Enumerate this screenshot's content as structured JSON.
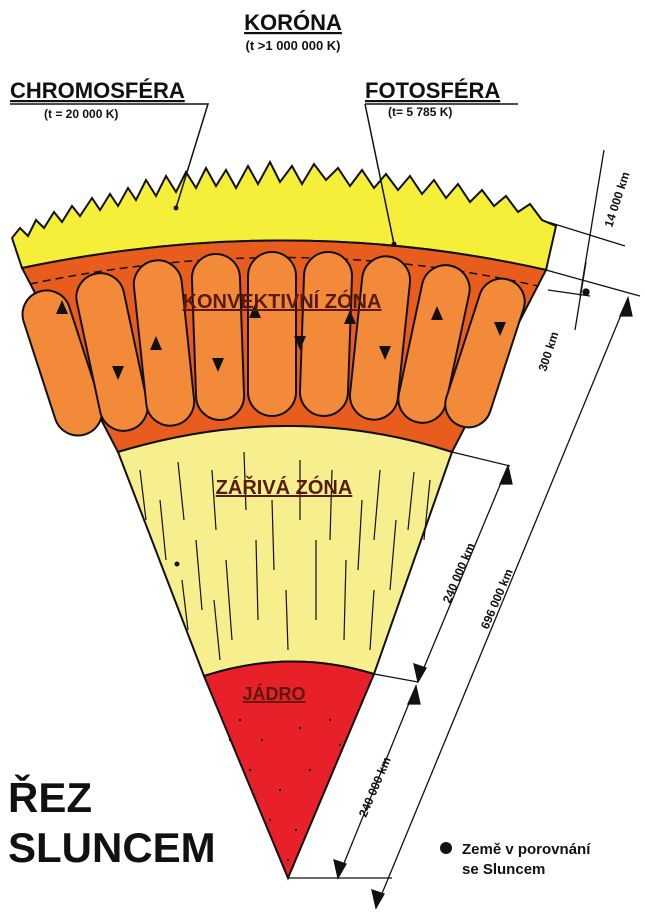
{
  "labels": {
    "korona": "KORÓNA",
    "korona_temp": "(t >1 000 000 K)",
    "chromosfera": "CHROMOSFÉRA",
    "chromosfera_temp": "(t = 20 000 K)",
    "fotosfera": "FOTOSFÉRA",
    "fotosfera_temp": "(t= 5 785 K)",
    "konvektivni_zona": "KONVEKTIVNÍ ZÓNA",
    "zariva_zona": "ZÁŘIVÁ ZÓNA",
    "jadro": "JÁDRO"
  },
  "dimensions": {
    "chromosphere": "14 000 km",
    "photosphere": "300 km",
    "radiative": "240 000 km",
    "radius": "696 000 km",
    "core": "240 000 km"
  },
  "title": {
    "line1": "ŘEZ",
    "line2": "SLUNCEM"
  },
  "legend": {
    "line1": "Země v porovnání",
    "line2": "se Sluncem"
  },
  "colors": {
    "corona": "#f6ef3a",
    "convective": "#f0712a",
    "radiative": "#f7ef8e",
    "core": "#e8202a"
  }
}
